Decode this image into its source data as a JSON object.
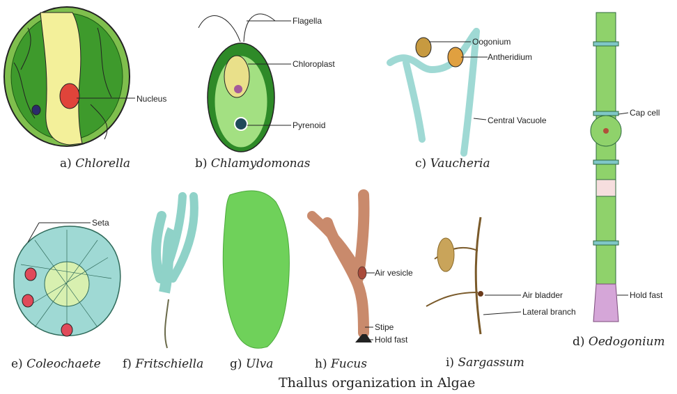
{
  "title": "Thallus organization in Algae",
  "figures": [
    {
      "letter": "a)",
      "name": "Chlorella",
      "labels": [
        "Nucleus"
      ]
    },
    {
      "letter": "b)",
      "name": "Chlamydomonas",
      "labels": [
        "Flagella",
        "Chloroplast",
        "Pyrenoid"
      ]
    },
    {
      "letter": "c)",
      "name": "Vaucheria",
      "labels": [
        "Oogonium",
        "Antheridium",
        "Central Vacuole"
      ]
    },
    {
      "letter": "d)",
      "name": "Oedogonium",
      "labels": [
        "Cap cell",
        "Hold fast"
      ]
    },
    {
      "letter": "e)",
      "name": "Coleochaete",
      "labels": [
        "Seta"
      ]
    },
    {
      "letter": "f)",
      "name": "Fritschiella",
      "labels": []
    },
    {
      "letter": "g)",
      "name": "Ulva",
      "labels": []
    },
    {
      "letter": "h)",
      "name": "Fucus",
      "labels": [
        "Air vesicle",
        "Stipe",
        "Hold fast"
      ]
    },
    {
      "letter": "i)",
      "name": "Sargassum",
      "labels": [
        "Air bladder",
        "Lateral branch"
      ]
    }
  ],
  "colors": {
    "green_dark": "#2f8a1f",
    "green_light": "#7cd15a",
    "yellow": "#f2ee9a",
    "red": "#e0443a",
    "teal": "#9fd9d4",
    "brown": "#c98a6c",
    "sargassum": "#c9a45a",
    "holdfast": "#d5a6d8"
  }
}
